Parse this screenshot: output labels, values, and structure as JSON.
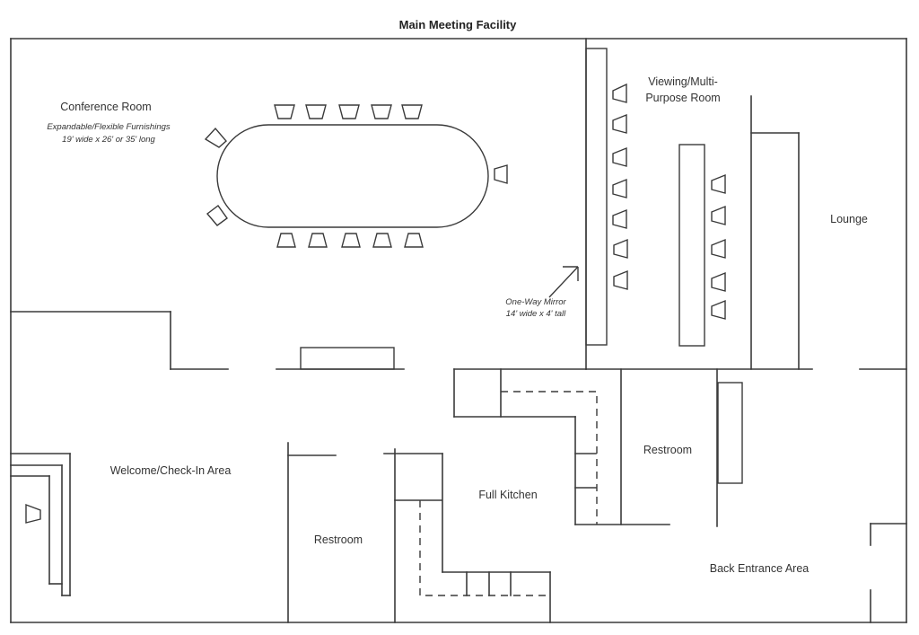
{
  "title": "Main Meeting Facility",
  "rooms": {
    "conference": {
      "name": "Conference Room",
      "note_line1": "Expandable/Flexible Furnishings",
      "note_line2": "19' wide x 26' or 35' long"
    },
    "viewing": {
      "name_line1": "Viewing/Multi-",
      "name_line2": "Purpose Room"
    },
    "mirror": {
      "note_line1": "One-Way Mirror",
      "note_line2": "14' wide x 4' tall"
    },
    "lounge": {
      "name": "Lounge"
    },
    "welcome": {
      "name": "Welcome/Check-In Area"
    },
    "restroom_left": {
      "name": "Restroom"
    },
    "kitchen": {
      "name": "Full Kitchen"
    },
    "restroom_right": {
      "name": "Restroom"
    },
    "back_entrance": {
      "name": "Back Entrance Area"
    }
  },
  "furniture_counts": {
    "conference_chairs": 13,
    "viewing_chairs_front_row": 7,
    "viewing_chairs_back_row": 5,
    "welcome_chairs": 1
  },
  "colors": {
    "line": "#3a3a3a",
    "text": "#333333",
    "background": "#ffffff"
  }
}
